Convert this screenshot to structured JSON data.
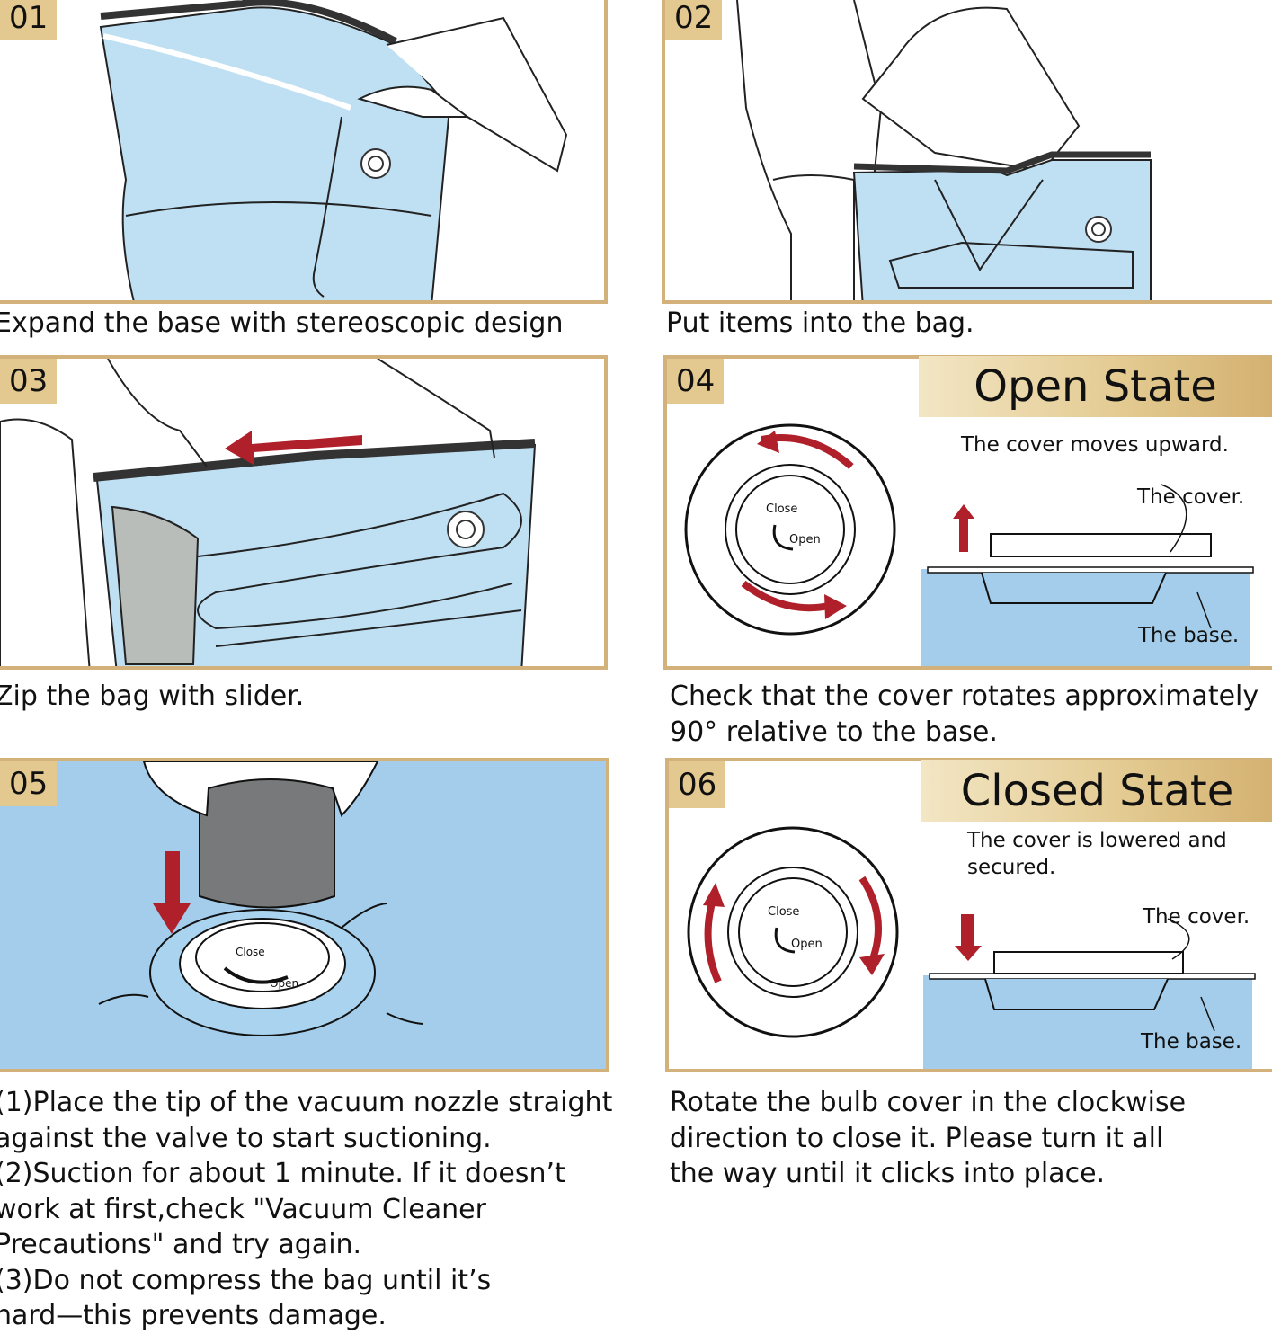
{
  "steps": [
    {
      "number": "01",
      "caption": "Expand the base with stereoscopic design"
    },
    {
      "number": "02",
      "caption": "Put items into the bag."
    },
    {
      "number": "03",
      "caption": "Zip the bag with slider."
    },
    {
      "number": "04",
      "caption": "Check that the cover rotates approximately\n90° relative to the base."
    },
    {
      "number": "05",
      "caption": "(1)Place the tip of the vacuum nozzle straight\nagainst the valve to start suctioning.\n(2)Suction for about 1 minute. If it doesn’t\nwork at first,check \"Vacuum Cleaner\nPrecautions\" and try again.\n(3)Do not compress the bag until it’s\nhard—this prevents damage."
    },
    {
      "number": "06",
      "caption": "Rotate the bulb cover in the clockwise\ndirection to close it. Please turn it all\nthe way until it clicks into place."
    }
  ],
  "open_state": {
    "title": "Open State",
    "description": "The cover moves upward.",
    "cover_label": "The cover.",
    "base_label": "The base."
  },
  "closed_state": {
    "title": "Closed State",
    "description": "The cover is lowered and\nsecured.",
    "cover_label": "The cover.",
    "base_label": "The base."
  },
  "valve": {
    "close_label": "Close",
    "open_label": "Open"
  },
  "colors": {
    "frame": "#d2b27a",
    "badge": "#e3c98f",
    "bag_blue": "#bfe0f3",
    "water_blue": "#a3cdea",
    "arrow_red": "#b0202a"
  }
}
